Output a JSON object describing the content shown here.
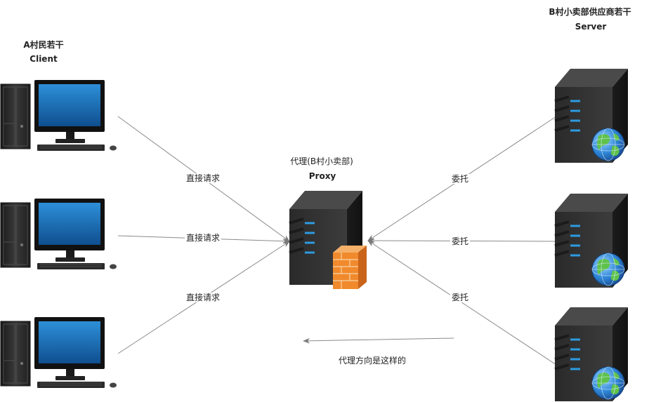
{
  "client_group": {
    "title": "A村民若干",
    "subtitle": "Client"
  },
  "server_group": {
    "title": "B村小卖部供应商若干",
    "subtitle": "Server"
  },
  "proxy": {
    "title": "代理(B村小卖部)",
    "subtitle": "Proxy"
  },
  "edges": {
    "client_1": "直接请求",
    "client_2": "直接请求",
    "client_3": "直接请求",
    "server_1": "委托",
    "server_2": "委托",
    "server_3": "委托"
  },
  "direction_note": "代理方向是这样的",
  "icons": {
    "client": "desktop-computer-icon",
    "server": "server-globe-icon",
    "proxy": "server-firewall-icon"
  },
  "colors": {
    "line": "#8a8a8a",
    "screen": "#1a6fb8",
    "server_body": "#2b2b2b",
    "server_light": "#2d9be0",
    "firewall": "#f08a2c"
  }
}
